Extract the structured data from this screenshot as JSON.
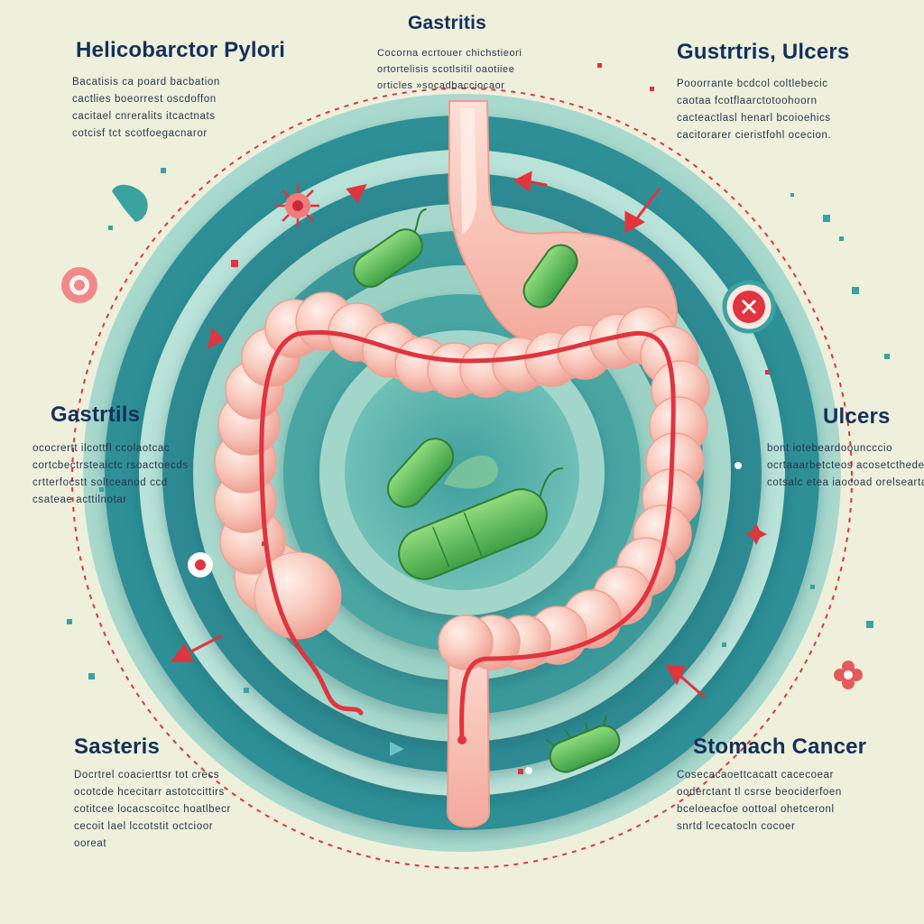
{
  "labels": {
    "top_left": {
      "title": "Helicobarctor Pylori",
      "lines": [
        "Bacatisis ca poard bacbation",
        "cactlies boeorrest oscdoffon",
        "cacitael cnreralits itcactnats",
        "cotcisf tct scotfoegacnaror"
      ]
    },
    "top_center": {
      "title": "Gastritis",
      "lines": [
        "Cocorna ecrtouer chichstieori",
        "ortortelisis scotlsitil oaotiiee",
        "orticles »socadbacciocaor"
      ]
    },
    "top_right": {
      "title": "Gustrtris, Ulcers",
      "lines": [
        "Pooorrante bcdcol coltlebecic",
        "caotaa fcotflaarctotoohoorn",
        "cacteactlasl henarl bcoioehics",
        "cacitorarer cieristfohl ocecion."
      ]
    },
    "middle_left": {
      "title": "Gastrtils",
      "lines": [
        "ococrertt ilcottfl ccolaotcac",
        "cortcbectrsteaictc rsoactoecds",
        "crtterfocstt soltceanod ccd",
        "csateae acttilnotar"
      ]
    },
    "middle_right": {
      "title": "Ulcers",
      "lines": [
        "bont iotebeardoouncccio",
        "ocrtaaarbetcteos acosetcthedelt",
        "cotsalc etea iaocoad orelseartaa"
      ]
    },
    "bottom_left": {
      "title": "Sasteris",
      "lines": [
        "Docrtrel coacierttsr tot crecs",
        "ocotcde hcecitarr astotccittirs",
        "cotitcee locacscoitcc hoatlbecr",
        "cecoit lael lccotstit octcioor",
        "ooreat"
      ]
    },
    "bottom_right": {
      "title": "Stomach Cancer",
      "lines": [
        "Cosecacaoettcacatt cacecoear",
        "ooderctant tl csrse beociderfoen",
        "bceloeacfoe oottoal ohetceronl",
        "snrtd lcecatocln cocoer"
      ]
    }
  },
  "colors": {
    "background": "#eef0dc",
    "ring_dark": "#2f8f96",
    "ring_light": "#b2ddd4",
    "colon": "#f6b2a6",
    "colon_highlight": "#fdd8cc",
    "red_line": "#e0343e",
    "bacteria": "#58bb55",
    "title_text": "#14305a"
  },
  "icons": [
    "bacteria-icon",
    "virus-icon",
    "arrow-icon",
    "warning-icon",
    "dot-icon"
  ]
}
